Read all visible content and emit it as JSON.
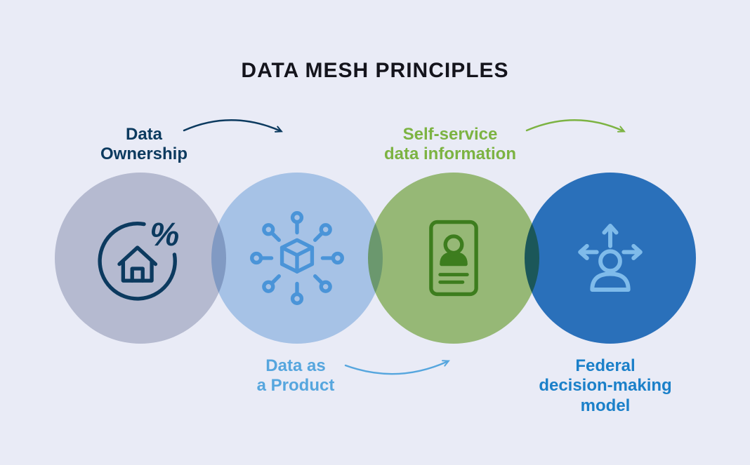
{
  "title": "DATA MESH PRINCIPLES",
  "colors": {
    "background": "#e9ebf6",
    "navy": "#0c3a5f",
    "green": "#7cb342",
    "light_blue": "#56a6de",
    "blue": "#1b80c9",
    "circle_gray": "#c6cad8",
    "circle_light_blue": "#b6d3ef",
    "circle_green": "#a4c87a",
    "circle_blue": "#2e79c1",
    "icon_navy": "#0c3a5f",
    "icon_blue": "#4a94d8",
    "icon_dark_green": "#3d7d1e",
    "icon_light_blue": "#7fbbea"
  },
  "principles": [
    {
      "id": "data-ownership",
      "label": "Data\nOwnership",
      "icon": "house-percent-icon",
      "label_position": "top"
    },
    {
      "id": "data-as-a-product",
      "label": "Data as\na Product",
      "icon": "cube-network-icon",
      "label_position": "bottom"
    },
    {
      "id": "self-service-data-information",
      "label": "Self-service\ndata information",
      "icon": "id-card-person-icon",
      "label_position": "top"
    },
    {
      "id": "federal-decision-making-model",
      "label": "Federal\ndecision-making\nmodel",
      "icon": "person-arrows-icon",
      "label_position": "bottom"
    }
  ]
}
